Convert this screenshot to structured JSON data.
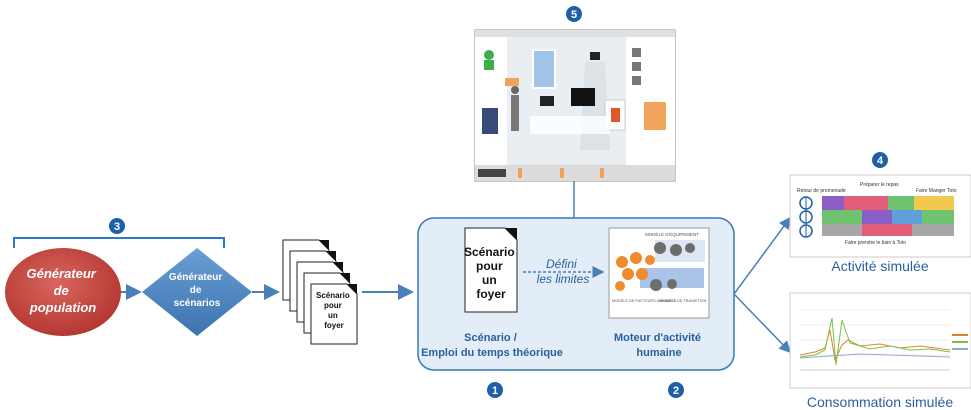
{
  "colors": {
    "accent_blue": "#2f78c4",
    "ellipse_red": "#c0443d",
    "diamond_blue": "#4d86c2",
    "main_box_fill": "#e3edf8",
    "main_box_stroke": "#3b78b8",
    "badge_blue": "#1f5fa8",
    "arrow_blue": "#4a7fba"
  },
  "badges": [
    "1",
    "2",
    "3",
    "4",
    "5"
  ],
  "population_generator": {
    "label_lines": [
      "Générateur",
      "de",
      "population"
    ]
  },
  "scenario_generator": {
    "label_lines": [
      "Générateur",
      "de",
      "scénarios"
    ]
  },
  "scenario_stack": {
    "label_lines": [
      "Scénario",
      "pour",
      "un",
      "foyer"
    ]
  },
  "scenario_doc": {
    "label_lines": [
      "Scénario",
      "pour",
      "un",
      "foyer"
    ]
  },
  "define_limits": {
    "label_lines": [
      "Défini",
      "les limites"
    ]
  },
  "engine_thumbnail": {
    "header": "MODÈLE D'ÉQUIPEMENT",
    "left_caption": "MODÈLE DE FACTEURS AMBIANTS",
    "right_caption": "MODÈLE DE TRANSITION"
  },
  "captions": {
    "scenario": [
      "Scénario /",
      "Emploi du temps théorique"
    ],
    "engine": [
      "Moteur d'activité",
      "humaine"
    ]
  },
  "activity_chart": {
    "caption": "Activité simulée",
    "labels": [
      "Retour de promenade",
      "Préparer le repas",
      "Faire Manger Toto",
      "Faire prendre le bain à Toto"
    ]
  },
  "consumption_chart": {
    "caption": "Consommation simulée"
  }
}
